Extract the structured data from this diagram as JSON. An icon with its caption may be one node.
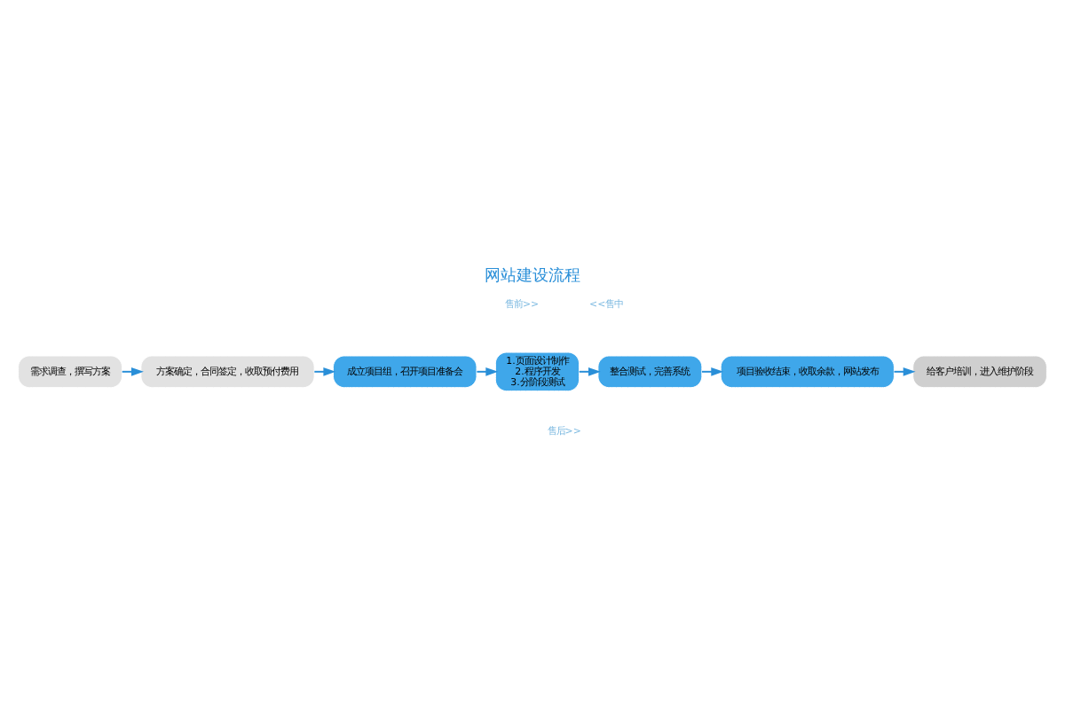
{
  "diagram": {
    "title": "网站建设流程",
    "nodes": [
      {
        "text": [
          "需求调查，撰写方案"
        ]
      },
      {
        "text": [
          "方案确定，合同签定，收取预付费用"
        ]
      },
      {
        "text": [
          "成立项目组，召开项目准备会"
        ]
      },
      {
        "text": [
          "1.页面设计制作",
          "2.程序开发",
          "3.分阶段测试"
        ]
      },
      {
        "text": [
          "整合测试，完善系统"
        ]
      },
      {
        "text": [
          "项目验收结束，收取余款，网站发布"
        ]
      },
      {
        "text": [
          "给客户培训，进入维护阶段"
        ]
      }
    ],
    "edges": [
      {
        "from": 0,
        "to": 1,
        "arrow": "to"
      },
      {
        "from": 1,
        "to": 2,
        "arrow": "to"
      },
      {
        "from": 2,
        "to": 3,
        "arrow": "to"
      },
      {
        "from": 3,
        "to": 4,
        "arrow": "to"
      },
      {
        "from": 4,
        "to": 5,
        "arrow": "to"
      },
      {
        "from": 5,
        "to": 6,
        "arrow": "to"
      }
    ],
    "labels": [
      "<<售中",
      "售前>>",
      "售后>>"
    ]
  }
}
